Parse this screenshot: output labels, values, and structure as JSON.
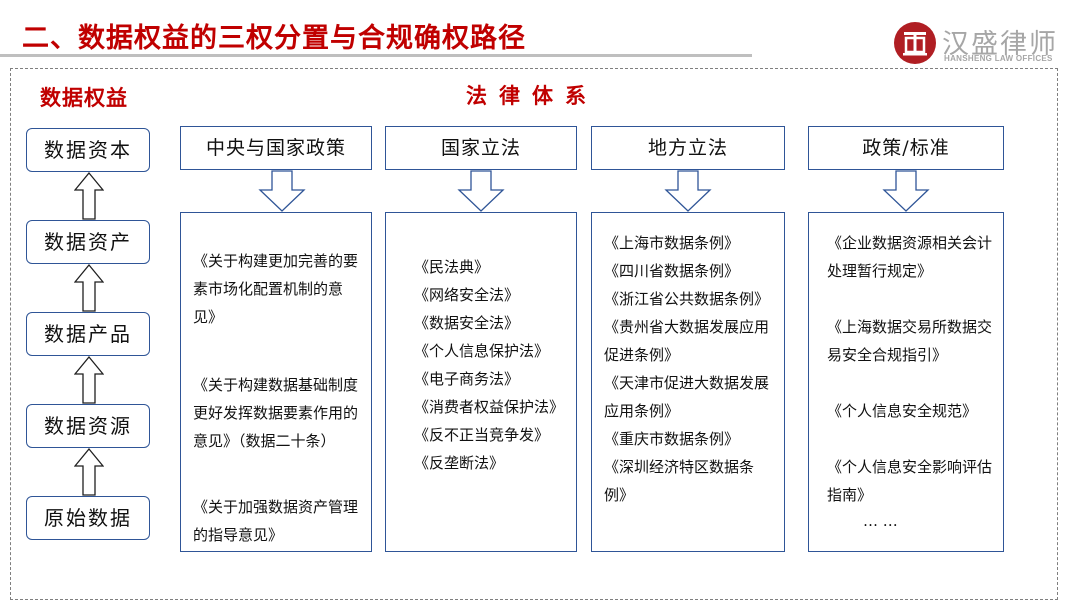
{
  "page": {
    "title": "二、数据权益的三权分置与合规确权路径"
  },
  "logo": {
    "name": "汉盛律师",
    "english": "HANSHENG LAW OFFICES"
  },
  "data_rights": {
    "heading": "数据权益",
    "items": [
      "数据资本",
      "数据资产",
      "数据产品",
      "数据资源",
      "原始数据"
    ]
  },
  "legal_system": {
    "heading": "法律体系",
    "columns": [
      {
        "title": "中央与国家政策",
        "items": [
          "《关于构建更加完善的要素市场化配置机制的意见》",
          "《关于构建数据基础制度更好发挥数据要素作用的意见》（数据二十条）",
          "《关于加强数据资产管理的指导意见》"
        ]
      },
      {
        "title": "国家立法",
        "items": [
          "《民法典》",
          "《网络安全法》",
          "《数据安全法》",
          "《个人信息保护法》",
          "《电子商务法》",
          "《消费者权益保护法》",
          "《反不正当竞争发》",
          "《反垄断法》"
        ]
      },
      {
        "title": "地方立法",
        "items": [
          "《上海市数据条例》",
          "《四川省数据条例》",
          "《浙江省公共数据条例》",
          "《贵州省大数据发展应用促进条例》",
          "《天津市促进大数据发展应用条例》",
          "《重庆市数据条例》",
          "《深圳经济特区数据条例》"
        ]
      },
      {
        "title": "政策/标准",
        "items": [
          "《企业数据资源相关会计处理暂行规定》",
          "《上海数据交易所数据交易安全合规指引》",
          "《个人信息安全规范》",
          "《个人信息安全影响评估指南》",
          "… …"
        ]
      }
    ]
  },
  "colors": {
    "accent_red": "#c00000",
    "box_border": "#2f5597",
    "arrow_stroke": "#2f5597",
    "logo_seal": "#b01e23"
  }
}
